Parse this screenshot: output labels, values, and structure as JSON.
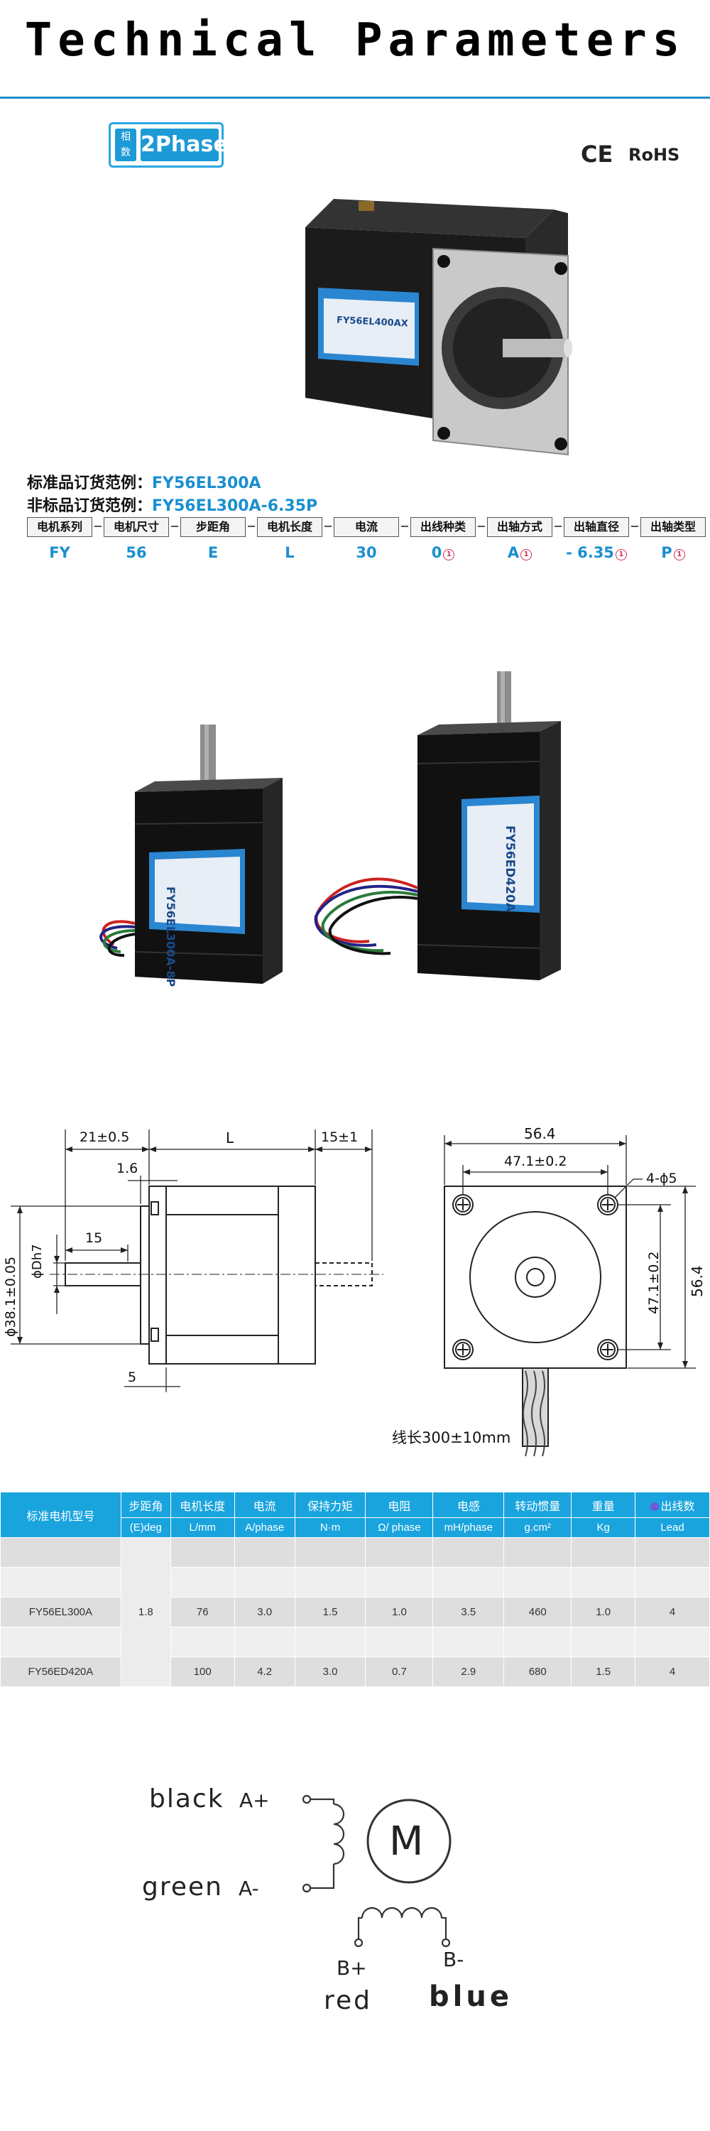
{
  "title": "Technical Parameters",
  "badge": {
    "cn": "相数",
    "cn_top": "相",
    "cn_bottom": "数",
    "en": "2Phase"
  },
  "certs": {
    "ce": "CE",
    "rohs": "RoHS"
  },
  "motor_top_label": {
    "model": "FY56EL400AX"
  },
  "order": {
    "standard_label": "标准品订货范例：",
    "standard_value": "FY56EL300A",
    "nonstandard_label": "非标品订货范例：",
    "nonstandard_value": "FY56EL300A-6.35P"
  },
  "code_headers": [
    "电机系列",
    "电机尺寸",
    "步距角",
    "电机长度",
    "电流",
    "出线种类",
    "出轴方式",
    "出轴直径",
    "出轴类型"
  ],
  "code_values": [
    "FY",
    "56",
    "E",
    "L",
    "30",
    "0",
    "A",
    "- 6.35",
    "P"
  ],
  "code_circled": [
    false,
    false,
    false,
    false,
    false,
    true,
    true,
    true,
    true
  ],
  "circled_mark": "①",
  "motor_labels": {
    "left_model": "FY56EL300A-8P",
    "right_model": "FY56ED420A"
  },
  "drawing": {
    "dim_21": "21±0.5",
    "dim_L": "L",
    "dim_15r": "15±1",
    "dim_16": "1.6",
    "dim_15": "15",
    "dim_dh7": "ϕDh7",
    "dim_381": "ϕ38.1±0.05",
    "dim_5": "5",
    "dim_564": "56.4",
    "dim_471": "47.1±0.2",
    "dim_4phi5": "4-ϕ5",
    "dim_471v": "47.1±0.2",
    "dim_564v": "56.4",
    "wire_len": "线长300±10mm"
  },
  "table": {
    "headers": [
      "标准电机型号",
      "步距角",
      "电机长度",
      "电流",
      "保持力矩",
      "电阻",
      "电感",
      "转动惯量",
      "重量",
      "出线数"
    ],
    "units": [
      "",
      "(E)deg",
      "L/mm",
      "A/phase",
      "N·m",
      "Ω/ phase",
      "mH/phase",
      "g.cm²",
      "Kg",
      "Lead"
    ],
    "step_angle": "1.8",
    "rows": [
      [
        "",
        "",
        "",
        "",
        "",
        "",
        "",
        "",
        ""
      ],
      [
        "",
        "",
        "",
        "",
        "",
        "",
        "",
        "",
        ""
      ],
      [
        "FY56EL300A",
        "76",
        "3.0",
        "1.5",
        "1.0",
        "3.5",
        "460",
        "1.0",
        "4"
      ],
      [
        "",
        "",
        "",
        "",
        "",
        "",
        "",
        "",
        ""
      ],
      [
        "FY56ED420A",
        "100",
        "4.2",
        "3.0",
        "0.7",
        "2.9",
        "680",
        "1.5",
        "4"
      ]
    ]
  },
  "wiring": {
    "black": "black",
    "a_plus": "A+",
    "green": "green",
    "a_minus": "A-",
    "motor": "M",
    "b_plus": "B+",
    "b_minus": "B-",
    "red": "red",
    "blue": "blue"
  },
  "colors": {
    "accent": "#1c9ad6",
    "table_header": "#19a4de",
    "code_value": "#1a8fd0"
  }
}
